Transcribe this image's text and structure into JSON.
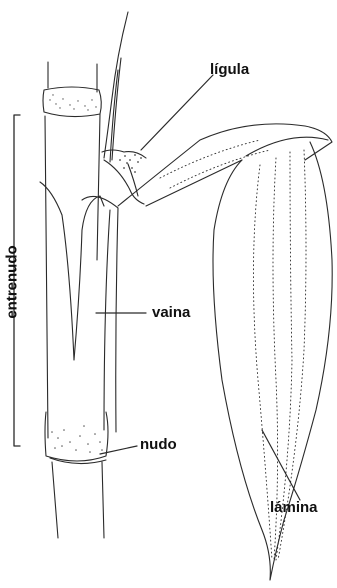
{
  "labels": {
    "ligula": "lígula",
    "vaina": "vaina",
    "nudo": "nudo",
    "lamina": "lámina",
    "entrenudo": "entrenudo"
  },
  "colors": {
    "ink": "#2a2a2a",
    "label": "#111111",
    "background": "#ffffff"
  }
}
